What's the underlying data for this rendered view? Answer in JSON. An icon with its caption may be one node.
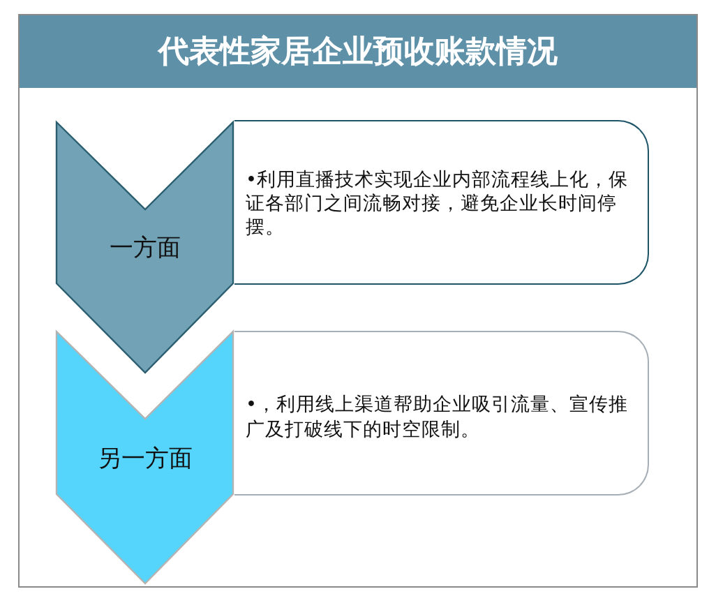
{
  "diagram": {
    "title": "代表性家居企业预收账款情况",
    "nodes": [
      {
        "text": [
          "一方面"
        ]
      },
      {
        "text": [
          "•利用直播技术实现企业内部流程线上化，保证各部门之间流畅对接，避免企业长时间停摆。"
        ]
      },
      {
        "text": [
          "另一方面"
        ]
      },
      {
        "text": [
          "•，利用线上渠道帮助企业吸引流量、宣传推广及打破线下的时空限制。"
        ]
      }
    ]
  }
}
